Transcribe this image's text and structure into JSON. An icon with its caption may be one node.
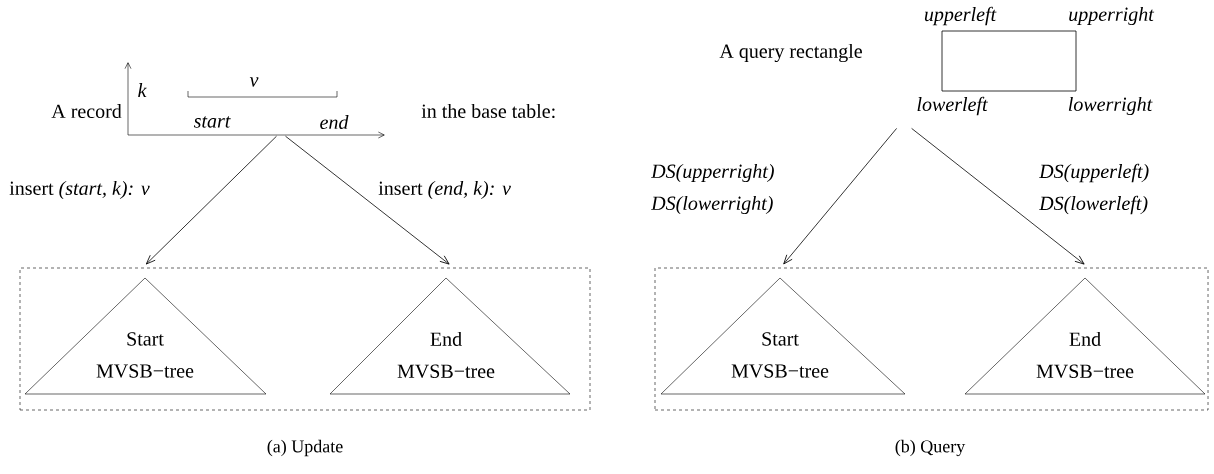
{
  "diagram": {
    "nodes": [
      {
        "text": [
          "k",
          "v",
          "start",
          "end"
        ],
        "beside": [
          "A record",
          "in the base table:"
        ]
      },
      {
        "text": [],
        "shape": "box"
      },
      {
        "text": [
          "Start MVSB−tree"
        ],
        "in": 1
      },
      {
        "text": [
          "End MVSB−tree"
        ],
        "in": 1
      },
      {
        "text": [],
        "shape": "box",
        "beside": [
          "upperleft",
          "upperright",
          "A query rectangle",
          "lowerleft",
          "lowerright"
        ]
      },
      {
        "text": [],
        "shape": "box"
      },
      {
        "text": [
          "Start MVSB−tree"
        ],
        "in": 5
      },
      {
        "text": [
          "End MVSB−tree"
        ],
        "in": 5
      }
    ],
    "edges": [
      {
        "from": 0,
        "to": 2,
        "arrow": "to",
        "label": "insert   *(start, k): v*"
      },
      {
        "from": 0,
        "to": 3,
        "arrow": "to",
        "label": "insert   *(end, k): v*"
      },
      {
        "from": 4,
        "to": 6,
        "arrow": "to",
        "label": "DS(upperright) DS(lowerright)"
      },
      {
        "from": 4,
        "to": 7,
        "arrow": "to",
        "label": "DS(upperleft) DS(lowerleft)"
      }
    ],
    "labels": [
      "(a) Update",
      "(b) Query"
    ]
  }
}
